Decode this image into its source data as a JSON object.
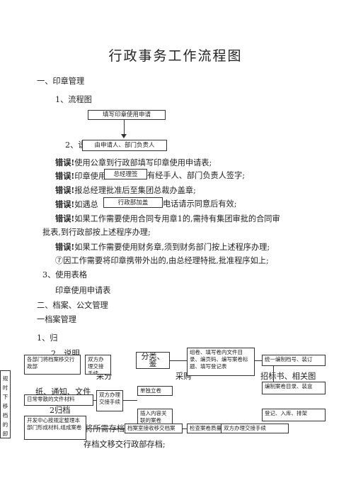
{
  "doc": {
    "title": "行政事务工作流程图",
    "s1": "一、印章管理",
    "s1_1": "1、流程图",
    "s1_2": "2、说明",
    "err_label": "错误!",
    "lines": [
      "使用公章到行政部填写印章使用申请表;",
      "印章使用",
      "有经手人、部门负责人签字;",
      "报总经理批准后至集团总裁办盖章;",
      "如遇总",
      "电话请示同意后有效;",
      "如果工作需要使用合同专用章1的,需持有集团审批的合同审",
      "批表,到行政部按上述程序办理;",
      "如果工作需要使用财务章,须到财务部门按上述程序办理;",
      "⑦因工作需要将印章携带外出的,由总经理特批,批准程序如上;"
    ],
    "s1_3": "3、使用表格",
    "s1_3_item": "印章使用申请表",
    "s2": "二、档案、公文管理",
    "s2_a": "一档案管理",
    "s2_1": "1、归",
    "s2_2": "2、说明",
    "p_frag1": "采分",
    "p_frag2": "采购",
    "p_frag3": "招标书、相关图",
    "p_line2": "纸、通知、文件",
    "p_line3": "2归档",
    "p_line4": "将所需存档的档案整理成册;",
    "p_line5": "存档文移交行政部存档;"
  },
  "seal_flow": {
    "box1": "填写印章使用申请",
    "box2": "由申请人、部门负责人",
    "box3": "总经理签",
    "box4": "行政部加盖"
  },
  "archive_flow": {
    "side_label": "规时下移档的卸",
    "b1": "各部门将档案移交行政部",
    "b2": "双方办理交接手续",
    "b3": "分类、鉴",
    "b4": "组卷、填写卷内文件目录、编页码、编写案卷标题、填写登记表",
    "b5": "统一编制档号、装订",
    "b6": "编制案卷目录、装盒",
    "b7": "登记、入库、排架",
    "b8": "日常零散的文件材料",
    "b9": "双方办理交接手续",
    "b10": "单独立卷",
    "b11": "插入内容关联的案卷",
    "b12": "开发中心按规定整理本部门形成材料,组成案卷",
    "b13": "档案室接收移交档案",
    "b14": "检查案卷质量",
    "b15": "双方办理交接手续"
  }
}
